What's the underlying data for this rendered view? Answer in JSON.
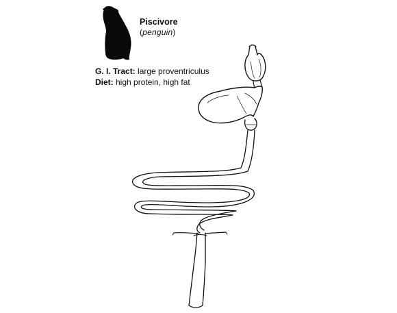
{
  "title": "Piscivore",
  "subtitle": {
    "open_paren": "(",
    "animal": "penguin",
    "close_paren": ")"
  },
  "gi_tract": {
    "label": "G. I. Tract:",
    "value": " large proventriculus"
  },
  "diet": {
    "label": "Diet:",
    "value": " high protein, high fat"
  },
  "colors": {
    "ink": "#111111",
    "silhouette": "#0a0a0a",
    "background": "#ffffff"
  },
  "icons": {
    "animal_icon": "penguin-silhouette-icon"
  }
}
